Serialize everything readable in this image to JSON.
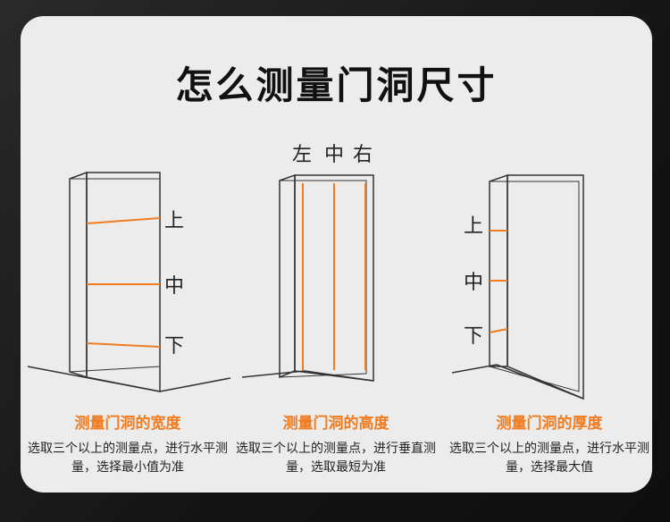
{
  "title": "怎么测量门洞尺寸",
  "accent_color": "#f07c22",
  "panels": [
    {
      "labels": [
        "上",
        "中",
        "下"
      ],
      "caption_title": "测量门洞的宽度",
      "caption_desc": "选取三个以上的测量点，进行水平测量，选择最小值为准"
    },
    {
      "labels": [
        "左",
        "中",
        "右"
      ],
      "caption_title": "测量门洞的高度",
      "caption_desc": "选取三个以上的测量点，进行垂直测量，选取最短为准"
    },
    {
      "labels": [
        "上",
        "中",
        "下"
      ],
      "caption_title": "测量门洞的厚度",
      "caption_desc": "选取三个以上的测量点，进行水平测量，选择最大值"
    }
  ]
}
